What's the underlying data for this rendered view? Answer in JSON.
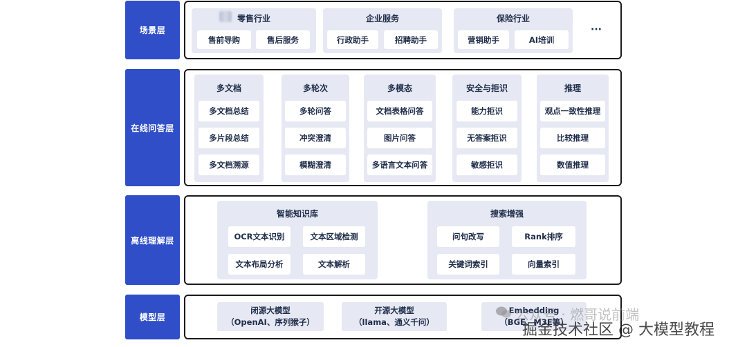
{
  "layers": [
    {
      "label": "场景层"
    },
    {
      "label": "在线问答层"
    },
    {
      "label": "离线理解层"
    },
    {
      "label": "模型层"
    }
  ],
  "scene": {
    "groups": [
      {
        "title": "零售行业",
        "items": [
          "售前导购",
          "售后服务"
        ]
      },
      {
        "title": "企业服务",
        "items": [
          "行政助手",
          "招聘助手"
        ]
      },
      {
        "title": "保险行业",
        "items": [
          "营销助手",
          "AI培训"
        ]
      }
    ],
    "ellipsis": "···"
  },
  "online": {
    "groups": [
      {
        "title": "多文档",
        "items": [
          "多文档总结",
          "多片段总结",
          "多文档溯源"
        ]
      },
      {
        "title": "多轮次",
        "items": [
          "多轮问答",
          "冲突澄清",
          "模糊澄清"
        ]
      },
      {
        "title": "多模态",
        "items": [
          "文档表格问答",
          "图片问答",
          "多语言文本问答"
        ]
      },
      {
        "title": "安全与拒识",
        "items": [
          "能力拒识",
          "无答案拒识",
          "敏感拒识"
        ]
      },
      {
        "title": "推理",
        "items": [
          "观点一致性推理",
          "比较推理",
          "数值推理"
        ]
      }
    ]
  },
  "offline": {
    "groups": [
      {
        "title": "智能知识库",
        "items": [
          "OCR文本识别",
          "文本区域检测",
          "文本布局分析",
          "文本解析"
        ]
      },
      {
        "title": "搜索增强",
        "items": [
          "问句改写",
          "Rank排序",
          "关键词索引",
          "向量索引"
        ]
      }
    ]
  },
  "model": {
    "items": [
      {
        "line1": "闭源大模型",
        "line2": "（OpenAI、序列猴子）"
      },
      {
        "line1": "开源大模型",
        "line2": "（llama、通义千问）"
      },
      {
        "line1": "Embedding",
        "line2": "（BGE、M3E等）"
      }
    ]
  },
  "watermark": {
    "faint": "公众号 · 燃哥说前端",
    "main": "掘金技术社区 @ 大模型教程"
  }
}
